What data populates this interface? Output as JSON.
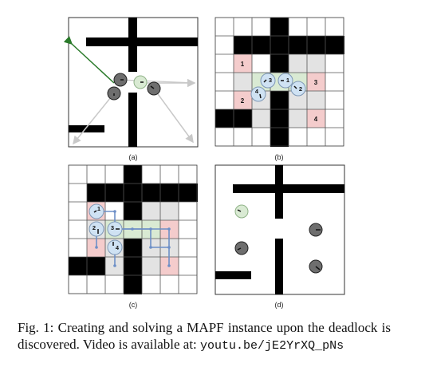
{
  "subfigures": [
    {
      "label": "(a)"
    },
    {
      "label": "(b)",
      "cell_labels": [
        "1",
        "2",
        "3",
        "4"
      ],
      "robot_labels": [
        "3",
        "1",
        "4",
        "2"
      ]
    },
    {
      "label": "(c)",
      "robot_labels": [
        "1",
        "2",
        "3",
        "4"
      ]
    },
    {
      "label": "(d)"
    }
  ],
  "caption": {
    "text": "Fig. 1: Creating and solving a MAPF instance upon the deadlock is discovered. Video is available at:",
    "url": "youtu.be/jE2YrXQ_pNs"
  },
  "colors": {
    "obstacle": "#000000",
    "grid": "#555555",
    "goal_cell": "#f4cccc",
    "path_cell": "#d9ead3",
    "occupied_cell": "#e3e3e3",
    "robot_blue": "#cfe2f3",
    "robot_green": "#d9ead3",
    "robot_dark": "#6e6e6e",
    "path_line": "#6d8fc7",
    "trajectory_green": "#2a7a2a",
    "trajectory_gray": "#c8c8c8"
  }
}
